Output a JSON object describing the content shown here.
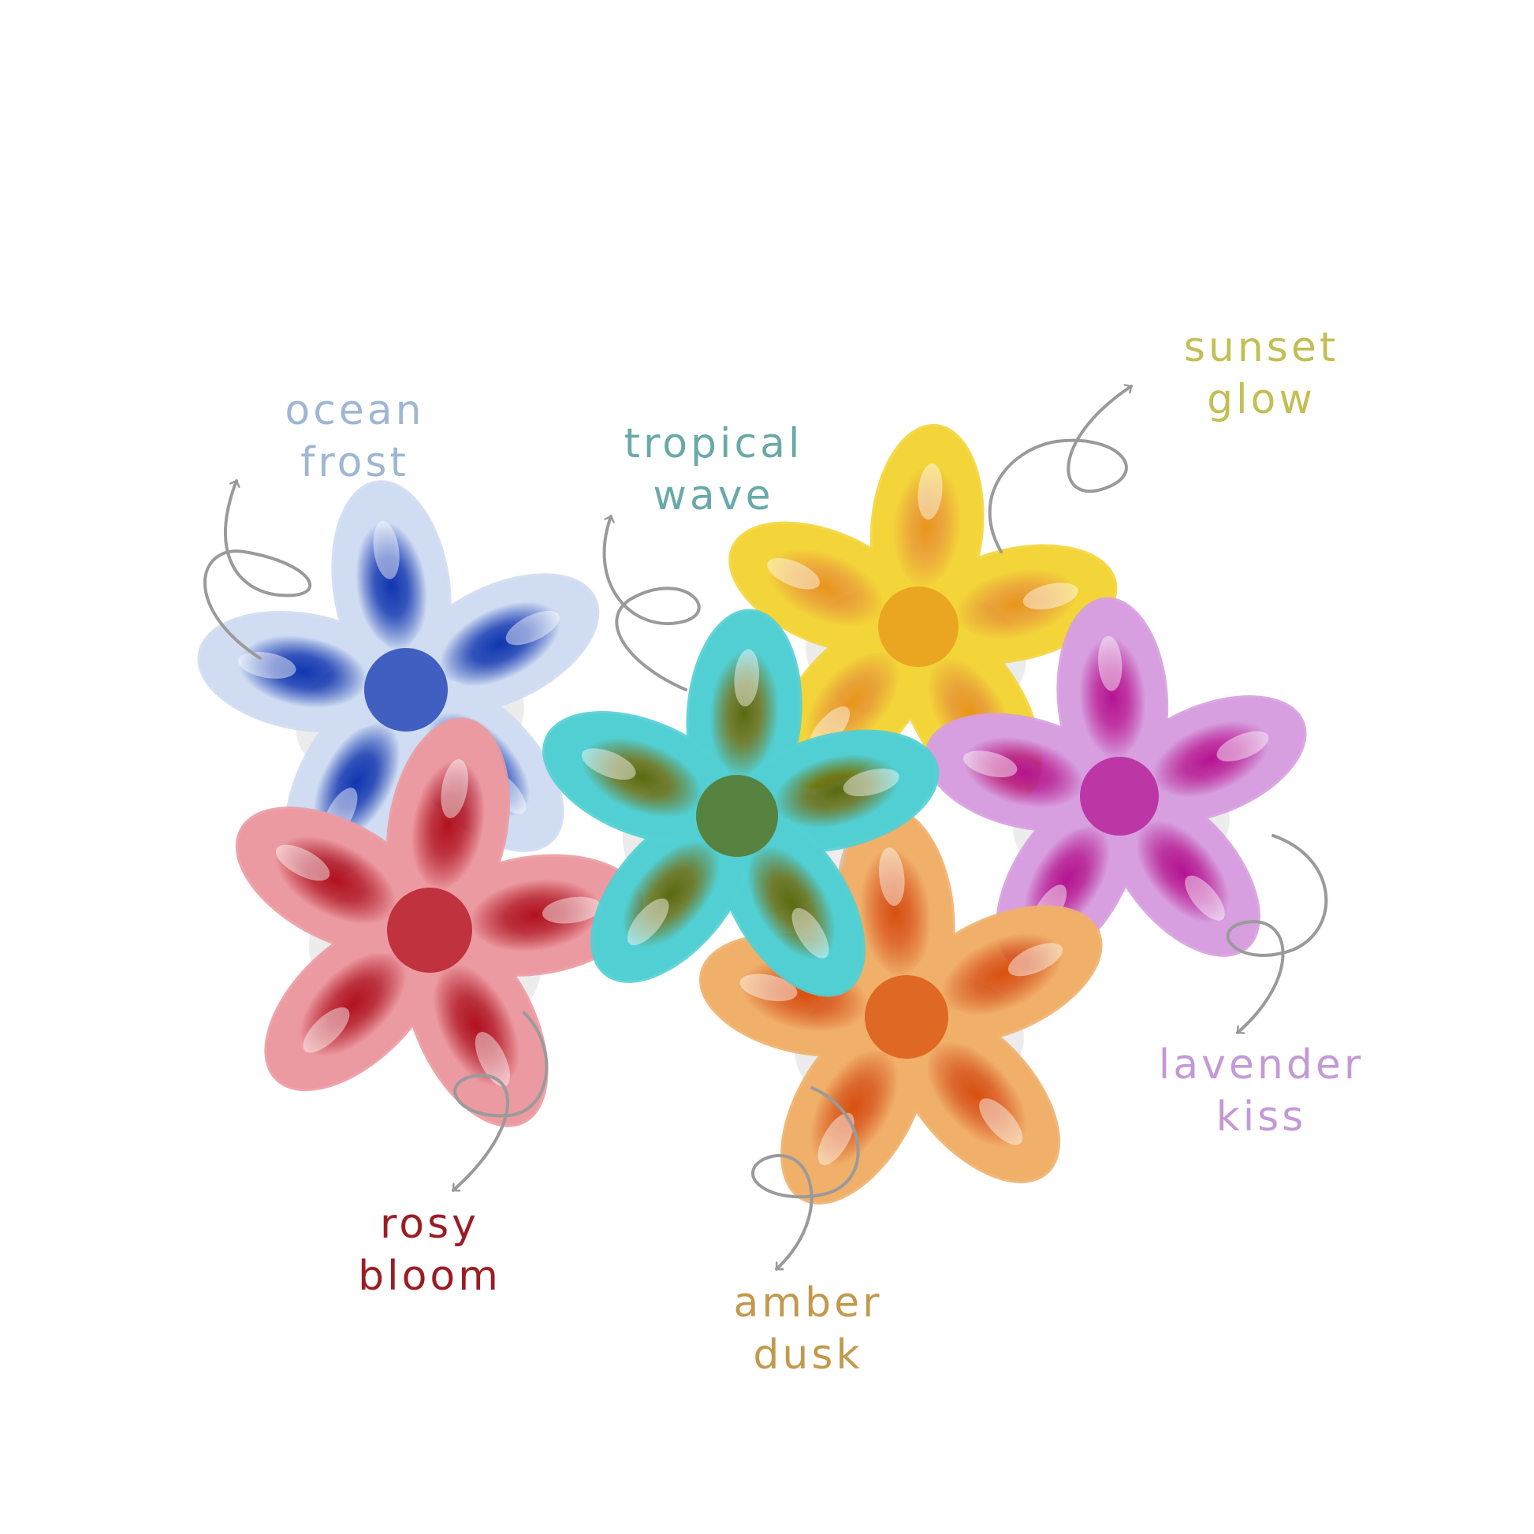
{
  "background": "#ffffff",
  "arrow_color": "#9a9a9a",
  "variants": [
    {
      "id": "ocean-frost",
      "line1": "ocean",
      "line2": "frost",
      "text_color": "#9fb6d4",
      "petal_color": "#cfdcf2",
      "center_color": "#1036b0",
      "icon": "flower-claw-clip-icon"
    },
    {
      "id": "tropical-wave",
      "line1": "tropical",
      "line2": "wave",
      "text_color": "#6aa9a9",
      "petal_color": "#52cfd3",
      "center_color": "#5a6a10",
      "icon": "flower-claw-clip-icon"
    },
    {
      "id": "sunset-glow",
      "line1": "sunset",
      "line2": "glow",
      "text_color": "#c2bf55",
      "petal_color": "#f3d53a",
      "center_color": "#e8951a",
      "icon": "flower-claw-clip-icon"
    },
    {
      "id": "lavender-kiss",
      "line1": "lavender",
      "line2": "kiss",
      "text_color": "#c39ad6",
      "petal_color": "#d79fdf",
      "center_color": "#b41392",
      "icon": "flower-claw-clip-icon"
    },
    {
      "id": "rosy-bloom",
      "line1": "rosy",
      "line2": "bloom",
      "text_color": "#9b1d24",
      "petal_color": "#ec9aa1",
      "center_color": "#b2101e",
      "icon": "flower-claw-clip-icon"
    },
    {
      "id": "amber-dusk",
      "line1": "amber",
      "line2": "dusk",
      "text_color": "#c29a4e",
      "petal_color": "#f0b06a",
      "center_color": "#d8500d",
      "icon": "flower-claw-clip-icon"
    }
  ]
}
